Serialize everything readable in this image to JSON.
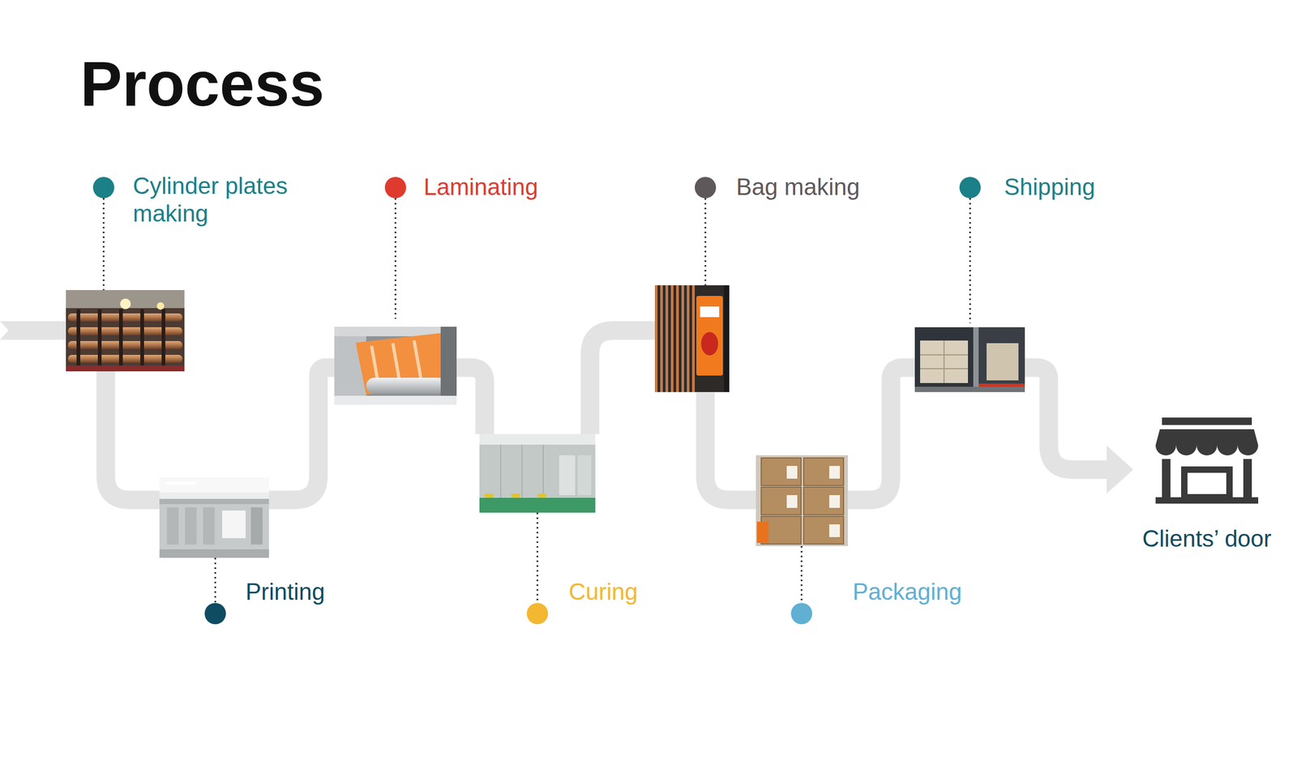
{
  "diagram": {
    "title": "Process",
    "nodes": [
      {
        "text": [
          "Cylinder plates making"
        ]
      },
      {
        "text": [
          "Printing"
        ]
      },
      {
        "text": [
          "Laminating"
        ]
      },
      {
        "text": [
          "Curing"
        ]
      },
      {
        "text": [
          "Bag making"
        ]
      },
      {
        "text": [
          "Packaging"
        ]
      },
      {
        "text": [
          "Shipping"
        ]
      },
      {
        "text": [
          "Clients’ door"
        ]
      }
    ],
    "edges": [
      {
        "from": 0,
        "to": 1,
        "arrow": "none"
      },
      {
        "from": 1,
        "to": 2,
        "arrow": "none"
      },
      {
        "from": 2,
        "to": 3,
        "arrow": "none"
      },
      {
        "from": 3,
        "to": 4,
        "arrow": "none"
      },
      {
        "from": 4,
        "to": 5,
        "arrow": "none"
      },
      {
        "from": 5,
        "to": 6,
        "arrow": "none"
      },
      {
        "from": 6,
        "to": 7,
        "arrow": "to"
      }
    ]
  }
}
